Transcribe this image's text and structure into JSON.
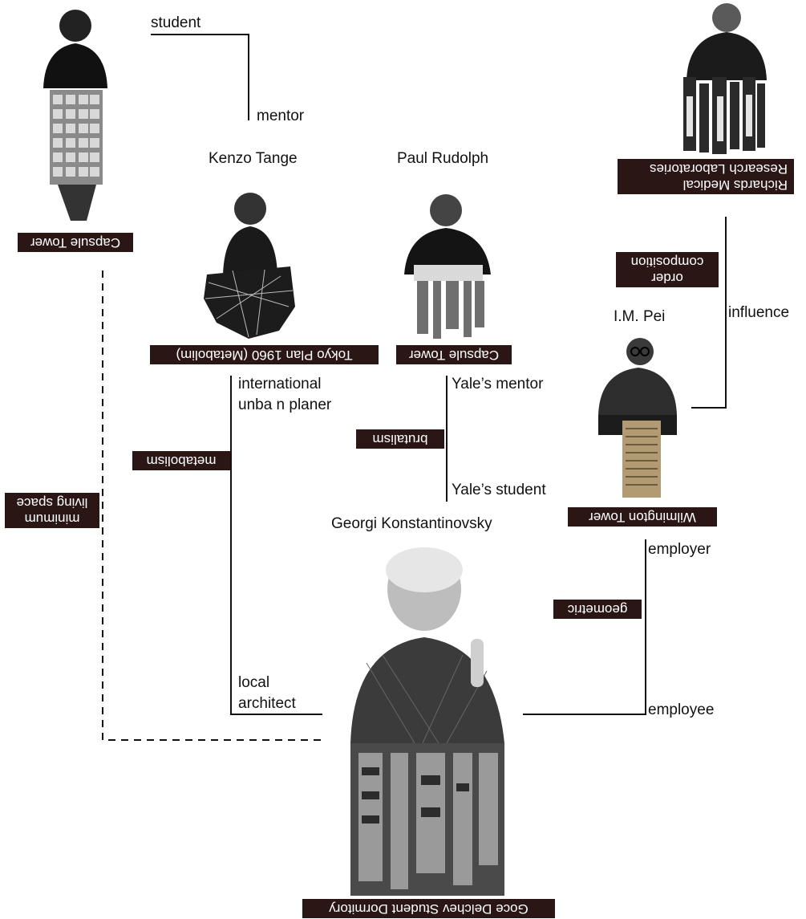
{
  "people": {
    "kenzo_tange": "Kenzo Tange",
    "paul_rudolph": "Paul Rudolph",
    "im_pei": "I.M. Pei",
    "georgi": "Georgi Konstantinovsky"
  },
  "relations": {
    "student": "student",
    "mentor": "mentor",
    "international_1": "international",
    "international_2": "unba n planer",
    "yale_mentor": "Yale’s mentor",
    "yale_student": "Yale’s student",
    "local_1": "local",
    "local_2": "architect",
    "influence": "influence",
    "employer": "employer",
    "employee": "employee"
  },
  "works": {
    "capsule_tower_top": "Capsule Tower",
    "tokyo_plan": "Tokyo Plan 1960 (Metabolim)",
    "capsule_tower_rudolph": "Capsule Tower",
    "richards_1": "Richards Medical",
    "richards_2": "Research Laboratories",
    "wilmington": "Wilmington Tower",
    "goce": "Goce Delchev Student Dormitory"
  },
  "concepts": {
    "metabolism": "metabolism",
    "brutalism": "brutalism",
    "order_1": "order",
    "order_2": "composition",
    "geometric": "geometric",
    "minimum_1": "minimum",
    "minimum_2": "living space"
  },
  "colors": {
    "badge_bg": "#2a1715",
    "badge_text": "#ffffff",
    "line": "#111111"
  }
}
